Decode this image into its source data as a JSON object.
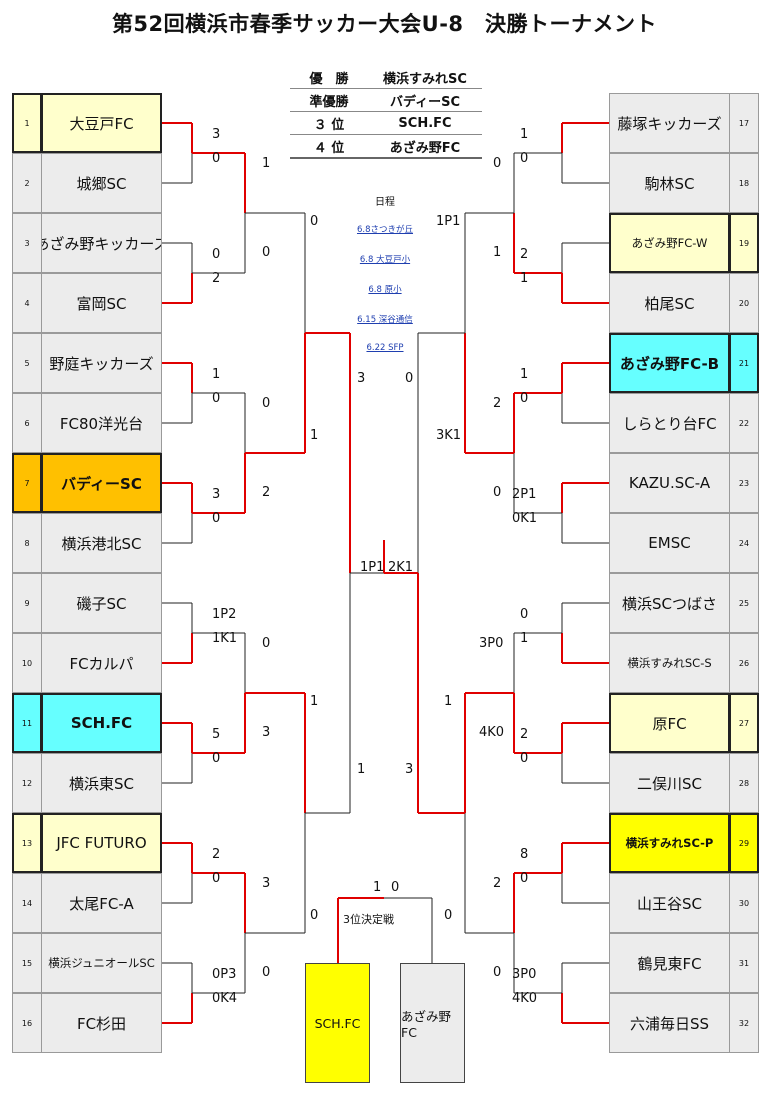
{
  "title": "第52回横浜市春季サッカー大会U-8　決勝トーナメント",
  "results": [
    {
      "pos": "優　勝",
      "team": "横浜すみれSC"
    },
    {
      "pos": "準優勝",
      "team": "バディーSC"
    },
    {
      "pos": "３ 位",
      "team": "SCH.FC"
    },
    {
      "pos": "４ 位",
      "team": "あざみ野FC"
    }
  ],
  "schedule_title": "日程",
  "schedule": [
    "6.8さつきが丘",
    "6.8 大豆戸小",
    "6.8 原小",
    "6.15 深谷通信",
    "6.22 SFP"
  ],
  "left_teams": [
    {
      "num": "1",
      "name": "大豆戸FC"
    },
    {
      "num": "2",
      "name": "城郷SC"
    },
    {
      "num": "3",
      "name": "あざみ野キッカーズ"
    },
    {
      "num": "4",
      "name": "富岡SC"
    },
    {
      "num": "5",
      "name": "野庭キッカーズ"
    },
    {
      "num": "6",
      "name": "FC80洋光台"
    },
    {
      "num": "7",
      "name": "バディーSC"
    },
    {
      "num": "8",
      "name": "横浜港北SC"
    },
    {
      "num": "9",
      "name": "磯子SC"
    },
    {
      "num": "10",
      "name": "FCカルパ"
    },
    {
      "num": "11",
      "name": "SCH.FC"
    },
    {
      "num": "12",
      "name": "横浜東SC"
    },
    {
      "num": "13",
      "name": "JFC FUTURO"
    },
    {
      "num": "14",
      "name": "太尾FC-A"
    },
    {
      "num": "15",
      "name": "横浜ジュニオールSC"
    },
    {
      "num": "16",
      "name": "FC杉田"
    }
  ],
  "right_teams": [
    {
      "num": "17",
      "name": "藤塚キッカーズ"
    },
    {
      "num": "18",
      "name": "駒林SC"
    },
    {
      "num": "19",
      "name": "あざみ野FC-W"
    },
    {
      "num": "20",
      "name": "柏尾SC"
    },
    {
      "num": "21",
      "name": "あざみ野FC-B"
    },
    {
      "num": "22",
      "name": "しらとり台FC"
    },
    {
      "num": "23",
      "name": "KAZU.SC-A"
    },
    {
      "num": "24",
      "name": "EMSC"
    },
    {
      "num": "25",
      "name": "横浜SCつばさ"
    },
    {
      "num": "26",
      "name": "横浜すみれSC-S"
    },
    {
      "num": "27",
      "name": "原FC"
    },
    {
      "num": "28",
      "name": "二俣川SC"
    },
    {
      "num": "29",
      "name": "横浜すみれSC-P"
    },
    {
      "num": "30",
      "name": "山王谷SC"
    },
    {
      "num": "31",
      "name": "鶴見東FC"
    },
    {
      "num": "32",
      "name": "六浦毎日SS"
    }
  ],
  "colors": {
    "yellow_light": "#ffffcc",
    "orange": "#ffc000",
    "cyan": "#66ffff",
    "yellow": "#ffff00",
    "winner_line": "#e00000",
    "line": "#222222"
  },
  "scores": {
    "r1_l": [
      "3",
      "0",
      "0",
      "2",
      "1",
      "0",
      "3",
      "0",
      "1P2",
      "1K1",
      "5",
      "0",
      "2",
      "0",
      "0P3",
      "0K4"
    ],
    "r2_l": [
      "1",
      "0",
      "0",
      "2",
      "0",
      "3",
      "3",
      "0"
    ],
    "r3_l": [
      "0",
      "1",
      "1",
      "0"
    ],
    "sf_l": [
      "3",
      "1"
    ],
    "final_l": "1P1",
    "r1_r": [
      "1",
      "0",
      "2",
      "1",
      "1",
      "0",
      "2P1",
      "0K1",
      "0",
      "1",
      "2",
      "0",
      "8",
      "0",
      "3P0",
      "4K0"
    ],
    "r2_r": [
      "0",
      "1",
      "2",
      "0",
      "3P0",
      "4K0",
      "2",
      "0"
    ],
    "r3_r": [
      "1P1",
      "3K1",
      "1",
      "0"
    ],
    "sf_r": [
      "0",
      "3"
    ],
    "final_r": "2K1",
    "third_l": "1",
    "third_r": "0"
  },
  "third_place": {
    "label": "3位決定戦",
    "left": "SCH.FC",
    "right": "あざみ野FC"
  }
}
